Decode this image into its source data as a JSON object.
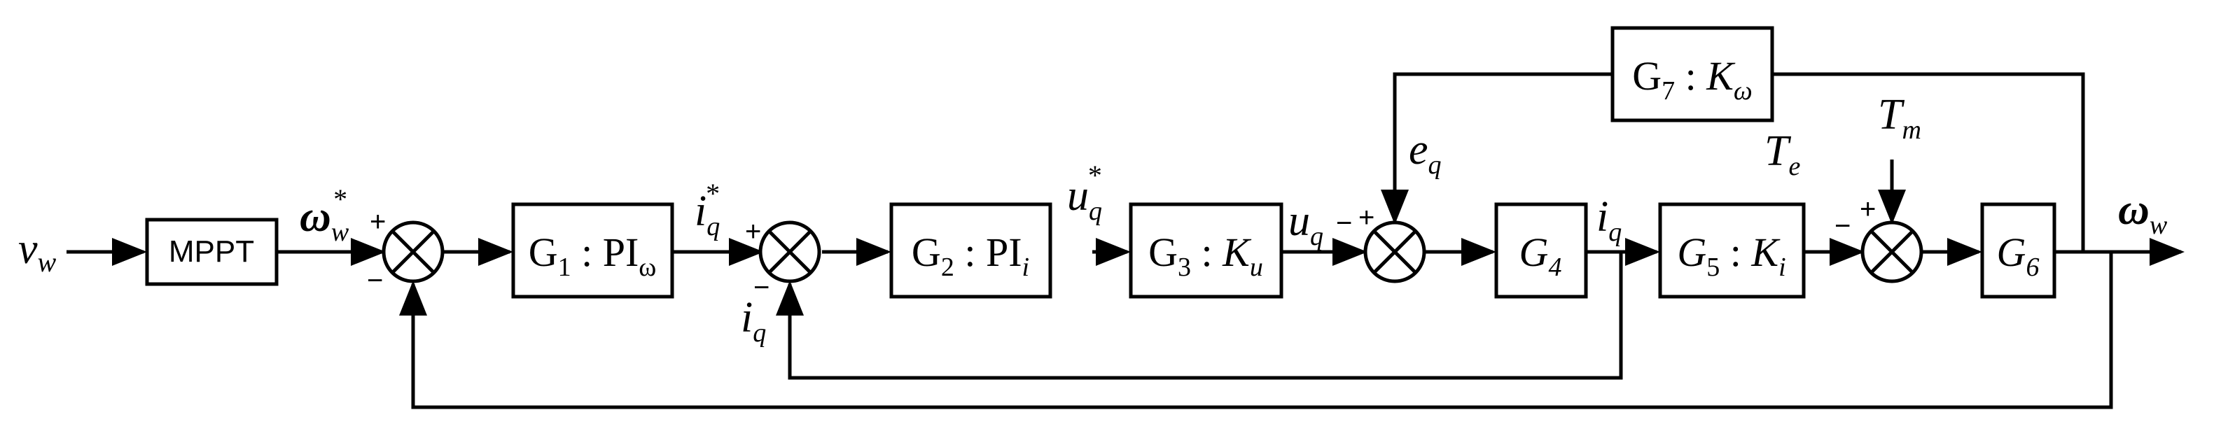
{
  "blocks": {
    "mppt": "MPPT",
    "g1": {
      "name": "G",
      "sub": "1",
      "sep": " : ",
      "body": "PI",
      "bsub": "ω"
    },
    "g2": {
      "name": "G",
      "sub": "2",
      "sep": " : ",
      "body": "PI",
      "bsub": "i"
    },
    "g3": {
      "name": "G",
      "sub": "3",
      "sep": " : ",
      "body": "K",
      "bsub": "u"
    },
    "g4": {
      "name": "G",
      "sub": "4"
    },
    "g5": {
      "name": "G",
      "sub": "5",
      "sep": " : ",
      "body": "K",
      "bsub": "i"
    },
    "g6": {
      "name": "G",
      "sub": "6"
    },
    "g7": {
      "name": "G",
      "sub": "7",
      "sep": " : ",
      "body": "K",
      "bsub": "ω"
    }
  },
  "signals": {
    "vw": {
      "main": "v",
      "sub": "w"
    },
    "ww_ref": {
      "main": "ω",
      "sub": "w",
      "sup": "*"
    },
    "iq_ref": {
      "main": "i",
      "sub": "q",
      "sup": "*"
    },
    "iq_fb": {
      "main": "i",
      "sub": "q"
    },
    "uq_ref": {
      "main": "u",
      "sub": "q",
      "sup": "*"
    },
    "uq": {
      "main": "u",
      "sub": "q"
    },
    "eq": {
      "main": "e",
      "sub": "q"
    },
    "iq_out": {
      "main": "i",
      "sub": "q"
    },
    "te": {
      "main": "T",
      "sub": "e"
    },
    "tm": {
      "main": "T",
      "sub": "m"
    },
    "ww_out": {
      "main": "ω",
      "sub": "w"
    }
  },
  "signs": {
    "plus": "+",
    "minus": "−"
  }
}
